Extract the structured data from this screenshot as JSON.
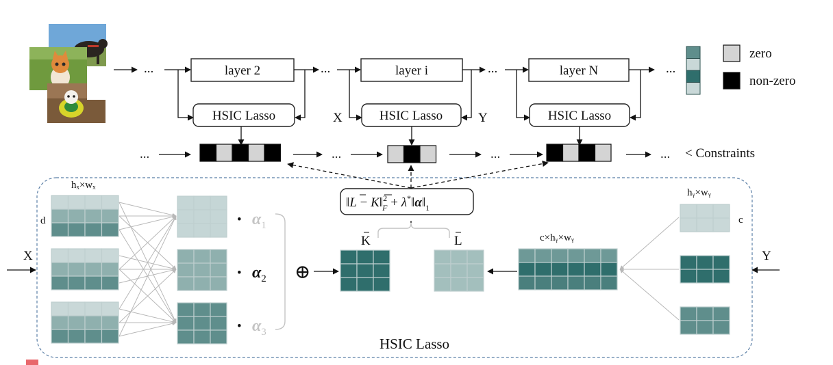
{
  "pipeline": {
    "ellipsis": "...",
    "layers": [
      {
        "label": "layer 2"
      },
      {
        "label": "layer i"
      },
      {
        "label": "layer N"
      }
    ],
    "hsic_label": "HSIC Lasso",
    "x_label": "X",
    "y_label": "Y",
    "constraints_label": "< Constraints",
    "masks": [
      [
        "nonzero",
        "zero",
        "nonzero",
        "zero",
        "nonzero"
      ],
      [
        "zero",
        "nonzero",
        "zero"
      ],
      [
        "nonzero",
        "zero",
        "nonzero",
        "zero"
      ]
    ],
    "output_cells": [
      "#5f8e8c",
      "#c9d8d8",
      "#2f6e6c",
      "#c9d8d8"
    ]
  },
  "legend": {
    "items": [
      {
        "label": "zero",
        "color": "#d4d4d4"
      },
      {
        "label": "non-zero",
        "color": "#000000"
      }
    ]
  },
  "detail": {
    "title": "HSIC Lasso",
    "formula": {
      "bar_l": "L",
      "bar_k": "K",
      "lambda": "λ",
      "star": "*",
      "alpha": "α",
      "sub_f": "F",
      "sup_2": "2",
      "sub_1": "1"
    },
    "hx_wx": "hₓ×wₓ",
    "d_label": "d",
    "x_label": "X",
    "y_label": "Y",
    "hy_wy": "hᵧ×wᵧ",
    "c_label": "c",
    "c_hy_wy": "c×hᵧ×wᵧ",
    "k_bar": "K",
    "l_bar": "L",
    "oplus": "⊕",
    "bullet": "•",
    "alphas": [
      {
        "symbol": "α",
        "index": "1",
        "active": false
      },
      {
        "symbol": "α",
        "index": "2",
        "active": true
      },
      {
        "symbol": "α",
        "index": "3",
        "active": false
      }
    ]
  },
  "colors": {
    "teal_dark": "#2f6e6c",
    "teal_mid": "#5f8e8c",
    "teal_light": "#8fb0ae",
    "teal_pale": "#c9d8d8",
    "zero": "#d4d4d4",
    "nonzero": "#000000",
    "frame_dash": "#5b7fa6"
  }
}
